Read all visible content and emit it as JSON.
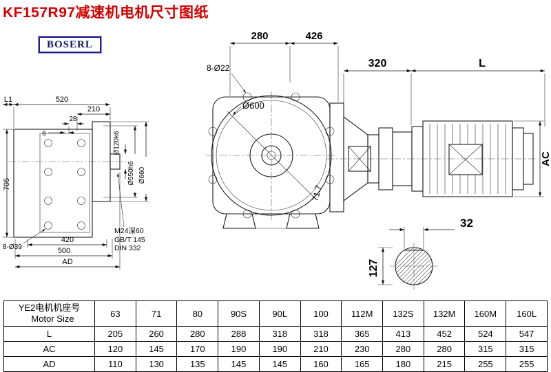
{
  "page": {
    "title": "KF157R97减速机电机尺寸图纸",
    "brand": "BOSERL"
  },
  "views": {
    "front": {
      "dim_top_left": "280",
      "dim_top_right": "426",
      "holes_label": "8-Ø22",
      "diameter_label": "Ø600",
      "diagonal_label": "71.7"
    },
    "side": {
      "dim_l1": "L1",
      "dim_520": "520",
      "dim_210": "210",
      "dim_28": "28",
      "dim_6": "6",
      "dim_705": "705",
      "holes_label": "8-Ø39",
      "dim_420": "420",
      "dim_500": "500",
      "dim_ad": "AD",
      "shaft_dia": "Ø120k6",
      "flange_dia": "Ø550h6",
      "outer_dia": "Ø660",
      "note_thread": "M24深60",
      "note_std1": "GB/T 145",
      "note_std2": "DIN 332"
    },
    "motor": {
      "dim_320": "320",
      "dim_l": "L",
      "dim_ac": "AC"
    },
    "shaft_end": {
      "dim_32": "32",
      "dim_127": "127"
    }
  },
  "table": {
    "header_cn": "YE2电机机座号",
    "header_en": "Motor Size",
    "sizes": [
      "63",
      "71",
      "80",
      "90S",
      "90L",
      "100",
      "112M",
      "132S",
      "132M",
      "160M",
      "160L"
    ],
    "rows": [
      {
        "label": "L",
        "values": [
          "205",
          "260",
          "280",
          "288",
          "318",
          "318",
          "365",
          "413",
          "452",
          "524",
          "547"
        ]
      },
      {
        "label": "AC",
        "values": [
          "120",
          "145",
          "170",
          "190",
          "190",
          "210",
          "230",
          "280",
          "280",
          "315",
          "315"
        ]
      },
      {
        "label": "AD",
        "values": [
          "110",
          "130",
          "135",
          "145",
          "145",
          "160",
          "165",
          "180",
          "215",
          "255",
          "255"
        ]
      }
    ]
  }
}
